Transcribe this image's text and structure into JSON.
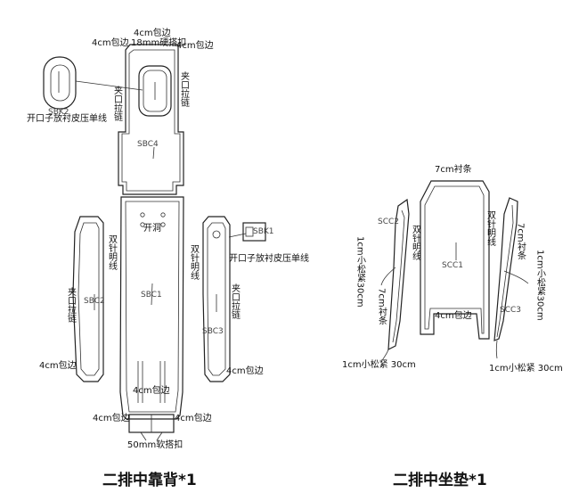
{
  "captions": {
    "back": "二排中靠背*1",
    "cushion": "二排中坐垫*1"
  },
  "back": {
    "top_wrap": "4cm包边",
    "top_hook": "18mm硬搭扣",
    "top_left_wrap": "4cm包边",
    "top_right_wrap": "4cm包边",
    "zipper_top_left": "夹口拉链",
    "zipper_top_right": "夹口拉链",
    "sbk2": "SBK2",
    "sbk2_note": "开口子放衬皮压单线",
    "sbc4": "SBC4",
    "sbc1": "SBC1",
    "hole": "开洞",
    "double_needle_left": "双针明线",
    "double_needle_right": "双针明线",
    "sbc2": "SBC2",
    "sbc3": "SBC3",
    "zipper_left": "夹口拉链",
    "zipper_right": "夹口拉链",
    "sbk1": "SBK1",
    "sbk1_note": "开口子放衬皮压单线",
    "left_wrap": "4cm包边",
    "right_wrap": "4cm包边",
    "bottom_wrap": "4cm包边",
    "bottom_left_wrap": "4cm包边",
    "bottom_right_wrap": "4cm包边",
    "soft_hook": "50mm软搭扣"
  },
  "cushion": {
    "top_strip": "7cm衬条",
    "scc1": "SCC1",
    "scc2": "SCC2",
    "scc3": "SCC3",
    "double_needle_left": "双针明线",
    "double_needle_right": "双针明线",
    "left_elastic": "1cm小松紧30cm",
    "left_strip": "7cm衬条",
    "right_strip": "7cm衬条",
    "right_elastic": "1cm小松紧30cm",
    "bottom_wrap": "4cm包边",
    "bottom_left_elastic": "1cm小松紧 30cm",
    "bottom_right_elastic": "1cm小松紧 30cm"
  }
}
